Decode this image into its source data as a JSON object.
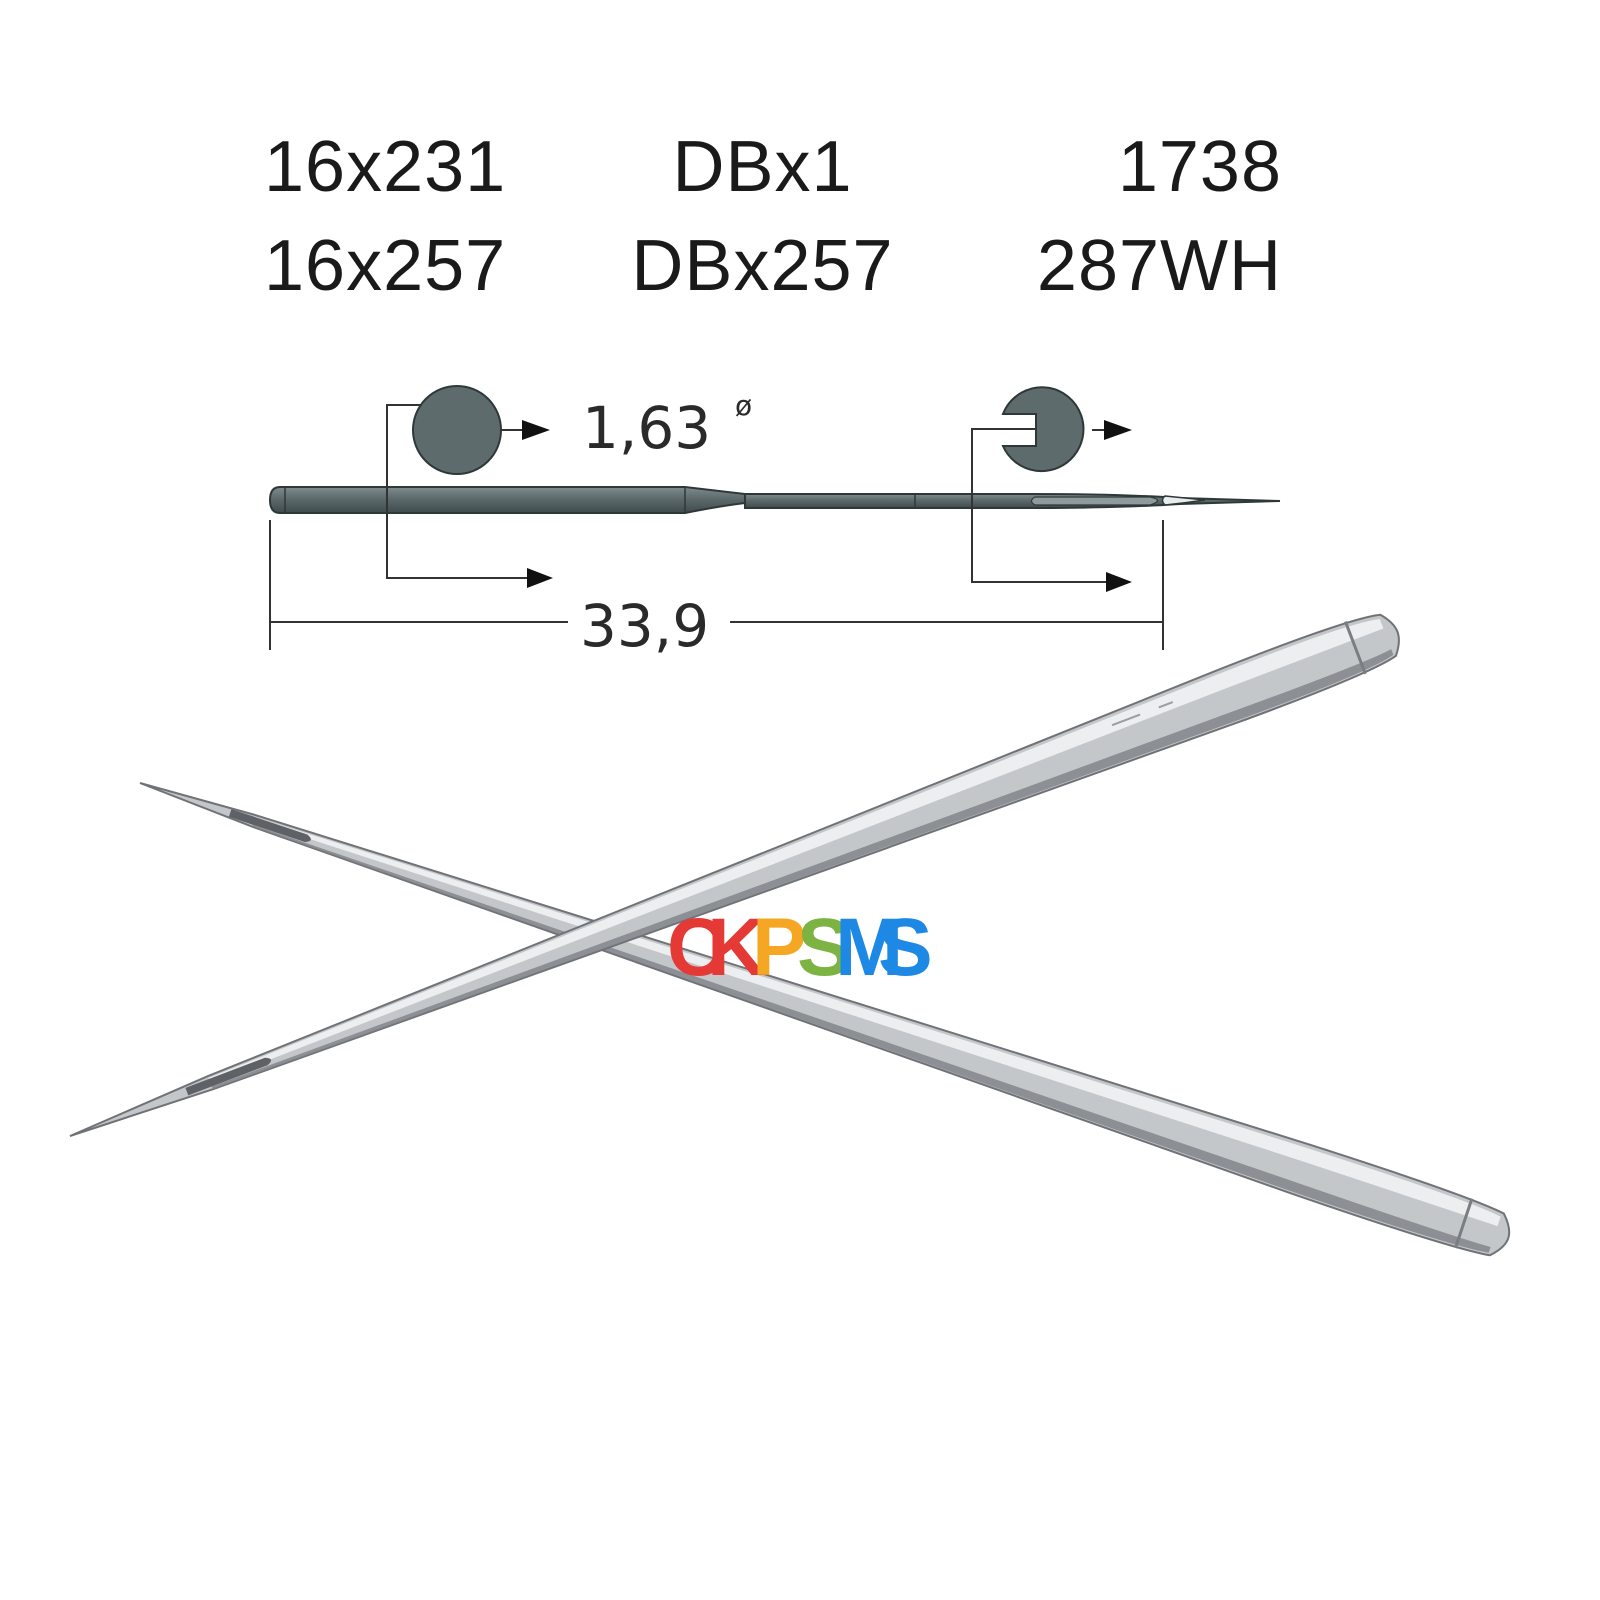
{
  "codes": {
    "row1": [
      "16x231",
      "DBx1",
      "1738"
    ],
    "row2": [
      "16x257",
      "DBx257",
      "287WH"
    ]
  },
  "diagram": {
    "diameter_label": "1,63",
    "diameter_symbol": "ø",
    "length_label": "33,9"
  },
  "watermark": {
    "text": "CKPSMS",
    "letters": [
      "C",
      "K",
      "P",
      "S",
      "M",
      "S"
    ],
    "colors": [
      "#e53935",
      "#e53935",
      "#f5a623",
      "#7cb342",
      "#1e88e5",
      "#1e88e5"
    ]
  },
  "colors": {
    "needle_diagram": "#5f6c6e",
    "needle_steel": "#b9bcbf"
  }
}
